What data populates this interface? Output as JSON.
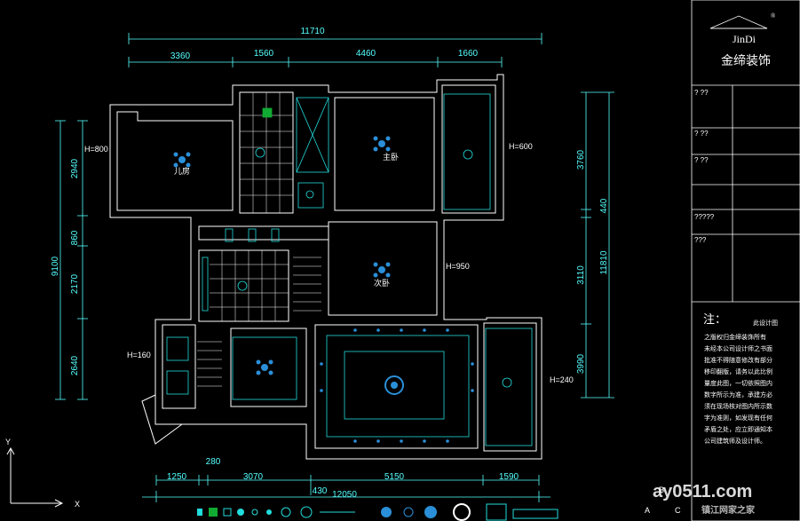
{
  "dimensions": {
    "top_total": "11710",
    "top": [
      "3360",
      "1560",
      "4460",
      "1660"
    ],
    "bottom_total": "12050",
    "bottom": [
      "1250",
      "3070",
      "5150",
      "1590"
    ],
    "bottom_extra": [
      "280",
      "430"
    ],
    "left_total": "9100",
    "left": [
      "2940",
      "860",
      "2170",
      "2640"
    ],
    "right_total": "11810",
    "right": [
      "3760",
      "440",
      "3110",
      "3990"
    ]
  },
  "heights": {
    "left": "H=800",
    "right_top": "H=600",
    "middle": "H=950",
    "left_lower": "H=160",
    "right_lower": "H=240"
  },
  "rooms": {
    "left": "儿房",
    "master": "主卧",
    "middle": "次卧"
  },
  "panel": {
    "brand_en": "JinDi",
    "brand_cn": "金缔装饰",
    "registered": "®",
    "fields": [
      "? ??",
      "? ??",
      "? ??",
      "?????",
      "???"
    ],
    "note_title": "注：",
    "note_lines": [
      "此设计图",
      "之版权归金缔装饰所有",
      "未经本公司设计师之书面",
      "批准不得随意修改有部分",
      "移印翻版，请务以此比例",
      "量度此图，一切依照图内",
      "数字所示为准，承建方必",
      "须在现场核对图内所示数",
      "字为准则，如发现有任何",
      "矛盾之处，应立即通知本",
      "公司建筑师及设计师。"
    ]
  },
  "axis": {
    "x": "X",
    "y": "Y"
  },
  "corner_letters": [
    "B",
    "A",
    "C"
  ],
  "watermark": {
    "site": "ay0511.com",
    "sub": "镇江网家之家"
  },
  "colors": {
    "background": "#000000",
    "dimension": "#5fffff",
    "walls": "#ffffff",
    "fixtures": "#22dddd",
    "lamp": "#2a8fd8",
    "accent_green": "#11aa33"
  }
}
